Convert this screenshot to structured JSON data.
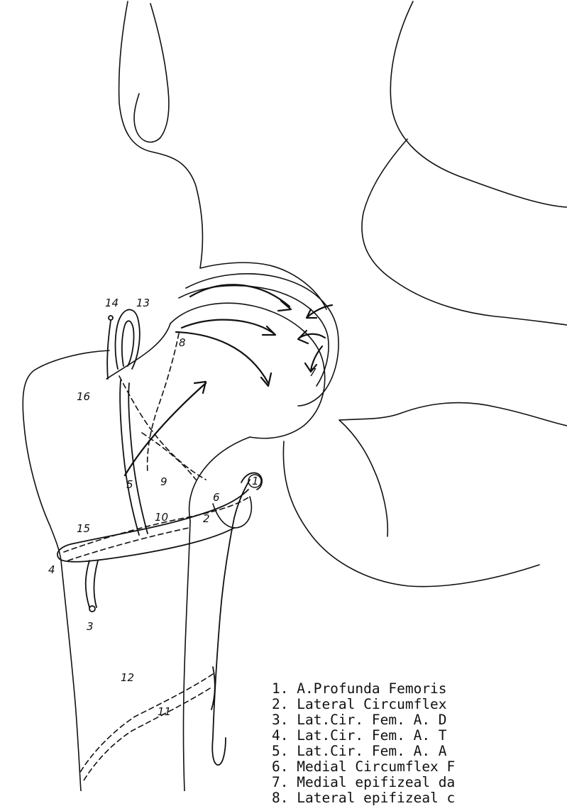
{
  "figure": {
    "numbers": {
      "n1": "1",
      "n2": "2",
      "n3": "3",
      "n4": "4",
      "n5": "5",
      "n6": "6",
      "n7": "7",
      "n8": "8",
      "n9": "9",
      "n10": "10",
      "n11": "11",
      "n12": "12",
      "n13": "13",
      "n14": "14",
      "n15": "15",
      "n16": "16"
    }
  },
  "legend": {
    "items": [
      "1. A.Profunda Femoris",
      "2. Lateral Circumflex",
      "3. Lat.Cir. Fem. A. D",
      "4. Lat.Cir. Fem. A. T",
      "5. Lat.Cir. Fem. A. A",
      "6. Medial Circumflex F",
      "7. Medial epifizeal da",
      "8. Lateral epifizeal c"
    ]
  }
}
